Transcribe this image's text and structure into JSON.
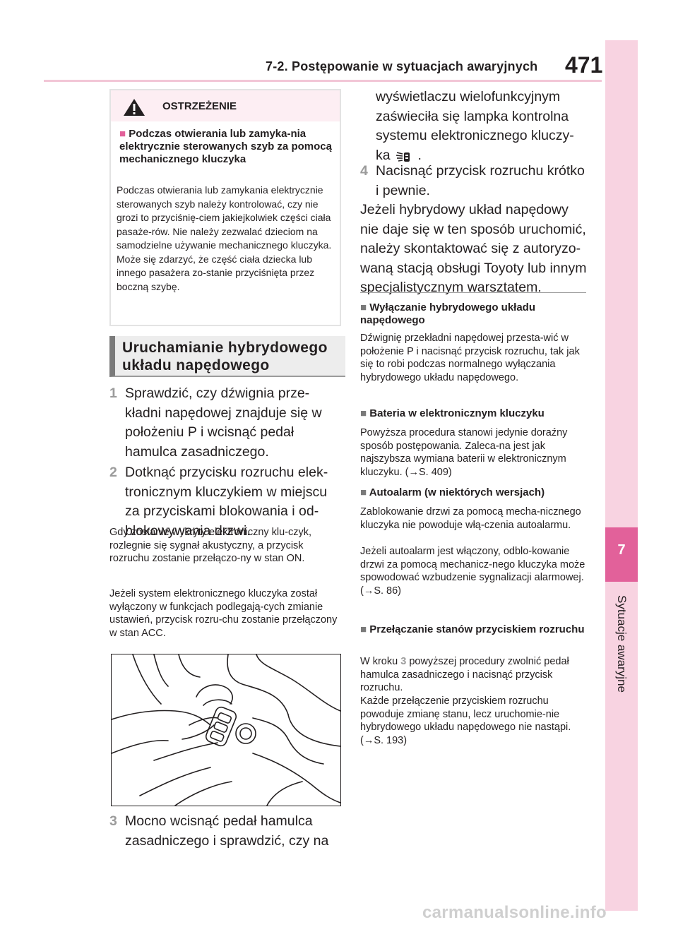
{
  "header": {
    "section_title": "7-2. Postępowanie w sytuacjach awaryjnych",
    "page_number": "471"
  },
  "sidebar": {
    "chapter_number": "7",
    "chapter_title": "Sytuacje awaryjne"
  },
  "warning": {
    "title": "OSTRZEŻENIE",
    "subheading_marker": "■",
    "subheading": "Podczas otwierania lub zamyka-nia elektrycznie sterowanych szyb za pomocą mechanicznego kluczyka",
    "body": "Podczas otwierania lub zamykania elektrycznie sterowanych szyb należy kontrolować, czy nie grozi to przyciśnię-ciem jakiejkolwiek części ciała pasaże-rów. Nie należy zezwalać dzieciom na samodzielne używanie mechanicznego kluczyka. Może się zdarzyć, że część ciała dziecka lub innego pasażera zo-stanie przyciśnięta przez boczną szybę."
  },
  "section_heading": {
    "line1": "Uruchamianie hybrydowego",
    "line2": "układu napędowego"
  },
  "steps": [
    {
      "num": "1",
      "text": "Sprawdzić, czy dźwignia prze-kładni napędowej znajduje się w położeniu P i wcisnąć pedał hamulca zasadniczego."
    },
    {
      "num": "2",
      "text": "Dotknąć przycisku rozruchu elek-tronicznym kluczykiem w miejscu za przyciskami blokowania i od-blokowywania drzwi."
    },
    {
      "num": "3",
      "text": "Mocno wcisnąć pedał hamulca zasadniczego i sprawdzić, czy na"
    }
  ],
  "notes": {
    "buzzer": "Gdy zostanie wykryty elektroniczny klu-czyk, rozlegnie się sygnał akustyczny, a przycisk rozruchu zostanie przełączo-ny w stan ON.",
    "acc": "Jeżeli system elektronicznego kluczyka został wyłączony w funkcjach podlegają-cych zmianie ustawień, przycisk rozru-chu zostanie przełączony w stan ACC."
  },
  "right": {
    "step3_continued": "wyświetlaczu wielofunkcyjnym zaświeciła się lampka kontrolna systemu elektronicznego kluczy-ka",
    "step3_end": ".",
    "step4": {
      "num": "4",
      "text": "Nacisnąć przycisk rozruchu krótko i pewnie."
    },
    "failure_note": "Jeżeli hybrydowy układ napędowy nie daje się w ten sposób uruchomić, należy skontaktować się z autoryzo-waną stacją obsługi Toyoty lub innym specjalistycznym warsztatem.",
    "marker": "■",
    "blocks": [
      {
        "heading": "Wyłączanie hybrydowego układu napędowego",
        "body": "Dźwignię przekładni napędowej przesta-wić w położenie P i nacisnąć przycisk rozruchu, tak jak się to robi podczas normalnego wyłączania hybrydowego układu napędowego."
      },
      {
        "heading": "Bateria w elektronicznym kluczyku",
        "body": "Powyższa procedura stanowi jedynie doraźny sposób postępowania. Zaleca-na jest jak najszybsza wymiana baterii w elektronicznym kluczyku. (→S. 409)"
      },
      {
        "heading": "Autoalarm (w niektórych wersjach)",
        "body": "Zablokowanie drzwi za pomocą mecha-nicznego kluczyka nie powoduje włą-czenia autoalarmu.",
        "body2": "Jeżeli autoalarm jest włączony, odblo-kowanie drzwi za pomocą mechanicz-nego kluczyka może spowodować wzbudzenie sygnalizacji alarmowej. (→S. 86)"
      },
      {
        "heading": "Przełączanie stanów przyciskiem rozruchu",
        "body_pre": "W kroku",
        "body_step": "3",
        "body_post": "powyższej procedury zwolnić pedał hamulca zasadniczego i nacisnąć przycisk rozruchu.",
        "body2": "Każde przełączenie przyciskiem rozruchu powoduje zmianę stanu, lecz uruchomie-nie hybrydowego układu napędowego nie nastąpi. (→S. 193)"
      }
    ]
  },
  "watermark": "carmanualsonline.info"
}
